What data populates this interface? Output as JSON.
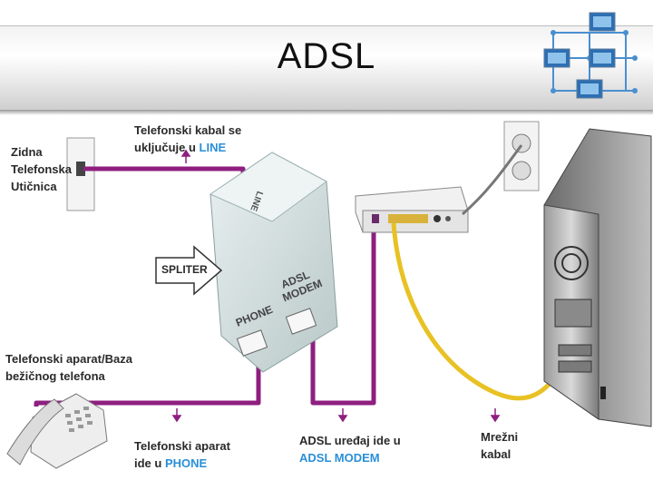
{
  "title": "ADSL",
  "colors": {
    "phone_cable": "#8e1f7f",
    "network_cable": "#e8c224",
    "highlight_text": "#2a8fd8",
    "label_text": "#2a2a2a"
  },
  "labels": {
    "wall_outlet": "Zidna\nTelefonska\nUtičnica",
    "line_cable_pre": "Telefonski kabal se\nuključuje u ",
    "line_cable_hl": "LINE",
    "splitter": "SPLITER",
    "phone_base": "Telefonski aparat/Baza\nbežičnog telefona",
    "phone_port_pre": "Telefonski aparat\nide u ",
    "phone_port_hl": "PHONE",
    "adsl_pre": "ADSL uređaj ide u\n",
    "adsl_hl": "ADSL MODEM",
    "network_cable": "Mrežni\nkabal"
  },
  "device_text": {
    "line_port": "LINE",
    "phone_port": "PHONE",
    "adsl_modem_port": "ADSL\nMODEM"
  },
  "icons": {
    "network": "network-icon"
  }
}
